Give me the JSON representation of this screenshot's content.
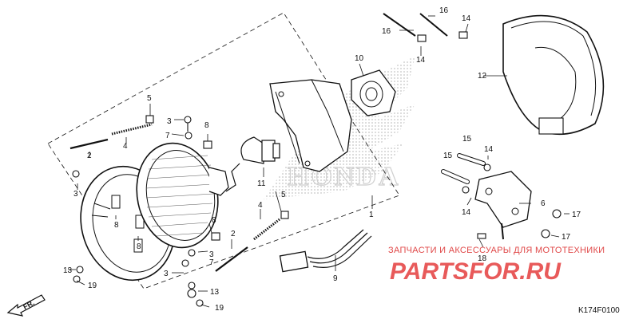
{
  "callouts": {
    "c1": "1",
    "c2a": "2",
    "c2b": "2",
    "c3a": "3",
    "c3b": "3",
    "c3c": "3",
    "c3d": "3",
    "c4a": "4",
    "c4b": "4",
    "c5a": "5",
    "c5b": "5",
    "c6": "6",
    "c7a": "7",
    "c7b": "7",
    "c8a": "8",
    "c8b": "8",
    "c8c": "8",
    "c8d": "8",
    "c9": "9",
    "c10": "10",
    "c11": "11",
    "c12": "12",
    "c13a": "13",
    "c13b": "13",
    "c14a": "14",
    "c14b": "14",
    "c14c": "14",
    "c14d": "14",
    "c15a": "15",
    "c15b": "15",
    "c16a": "16",
    "c16b": "16",
    "c17a": "17",
    "c17b": "17",
    "c18": "18",
    "c19a": "19",
    "c19b": "19"
  },
  "direction_marker": "FR.",
  "background_logo_text": "HONDA",
  "watermark": {
    "tagline": "ЗАПЧАСТИ И АКСЕССУАРЫ ДЛЯ МОТОТЕХНИКИ",
    "brand": "PARTSFOR.RU"
  },
  "diagram_code": "K174F0100",
  "colors": {
    "line": "#111111",
    "watermark": "#e04848",
    "logo_dots": "#bdbdbd"
  }
}
